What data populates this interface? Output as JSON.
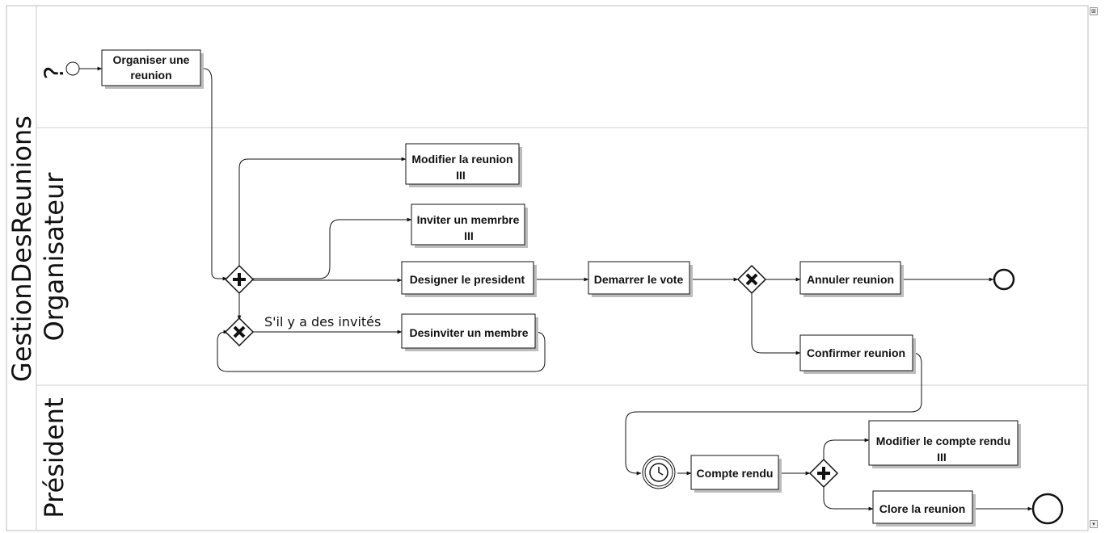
{
  "pool": {
    "name": "GestionDesReunions"
  },
  "lanes": [
    {
      "name": "?"
    },
    {
      "name": "Organisateur"
    },
    {
      "name": "Président"
    }
  ],
  "tasks": {
    "organiser": {
      "line1": "Organiser une",
      "line2": "reunion"
    },
    "modifier_reunion": {
      "label": "Modifier la reunion",
      "marker": "III"
    },
    "inviter": {
      "label": "Inviter un memrbre",
      "marker": "III"
    },
    "designer": {
      "label": "Designer le president"
    },
    "desinviter": {
      "label": "Desinviter un membre"
    },
    "demarrer_vote": {
      "label": "Demarrer le vote"
    },
    "annuler": {
      "label": "Annuler reunion"
    },
    "confirmer": {
      "label": "Confirmer reunion"
    },
    "compte_rendu": {
      "label": "Compte rendu"
    },
    "modifier_compte_rendu": {
      "label": "Modifier le compte rendu",
      "marker": "III"
    },
    "clore": {
      "label": "Clore la reunion"
    }
  },
  "annotations": {
    "condition_invites": "S'il y a des invités"
  },
  "icons": {
    "parallel_gateway": "plus-gateway-icon",
    "exclusive_gateway": "x-gateway-icon",
    "timer_event": "clock-icon",
    "start_event": "circle-start-icon",
    "end_event": "circle-end-icon"
  },
  "colors": {
    "stroke": "#111111",
    "lane_border": "#c8c8c8",
    "task_shadow": "#bdbdbd"
  }
}
